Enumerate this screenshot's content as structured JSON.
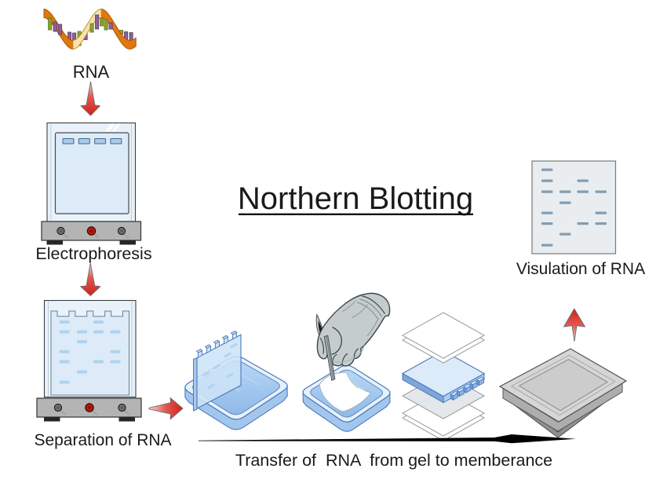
{
  "title": "Northern Blotting",
  "labels": {
    "rna": "RNA",
    "electrophoresis": "Electrophoresis",
    "separation": "Separation of RNA",
    "visualization": "Visulation of RNA",
    "transfer": "Transfer of  RNA  from gel to memberance"
  },
  "palette": {
    "background": "#ffffff",
    "text": "#1a1a1a",
    "arrow_red": "#cf221b",
    "arrow_red_mid": "#e2574f",
    "arrow_red_pale": "#f7d4cf",
    "arrow_outline": "#6e6e6e",
    "transfer_arrow_black": "#000000",
    "ribbon_orange": "#e0780f",
    "ribbon_outline": "#a85a08",
    "ribbon_back_cream": "#f9e2ac",
    "base_green": "#8ba32f",
    "base_purple": "#8d6096",
    "glass_fill": "#e9f2fa",
    "glass_stroke": "#3f3f3f",
    "gel_panel_fill": "#dcebf7",
    "gel_band_blue": "#aed3f1",
    "well_fill": "#a9c9e9",
    "well_stroke": "#41678f",
    "apparatus_base_gray": "#b4b4b4",
    "knob_gray": "#6f6f6f",
    "knob_red": "#b51a12",
    "foot_black": "#262626",
    "tray_stroke": "#4a79b8",
    "tray_rim_fill": "#e7f1fc",
    "tray_liquid_top": "#b7d7f5",
    "tray_liquid_bottom": "#8fb9e8",
    "tray_wall_fill": "#a3c6ee",
    "glove_gray": "#c5cdcc",
    "glove_outline": "#39474a",
    "scalpel_blade": "#1c1c1c",
    "scalpel_handle": "#aab3b7",
    "membrane_white": "#ffffff",
    "sheet_stroke": "#8f9599",
    "slab_fill": "#dcebf9",
    "slab_side_dark": "#7da6d9",
    "slab_side_light": "#aecdf0",
    "gray_sheet_fill": "#e2e6e9",
    "cassette_lid": "#d6d6d6",
    "cassette_recess": "#cccccc",
    "cassette_wall": "#adadad",
    "cassette_foot": "#909090",
    "cassette_stroke": "#4f4f4f",
    "readout_fill": "#e9edf0",
    "readout_stroke": "#737b80",
    "readout_band": "#839db0"
  },
  "electrophoresis_wells": {
    "band_width": 14,
    "band_height": 6.5,
    "rx": 1,
    "color": "#a9c9e9",
    "stroke": "#41678f",
    "lanes_x": [
      80,
      100.3,
      120.6,
      140.9
    ],
    "rows_y": [
      176.5
    ],
    "bands": [
      [
        0,
        0
      ],
      [
        1,
        0
      ],
      [
        2,
        0
      ],
      [
        3,
        0
      ]
    ]
  },
  "separation_gel": {
    "band_width": 13,
    "band_height": 4,
    "rx": 1.5,
    "color": "#aed3f1",
    "lanes_x": [
      75.5,
      98,
      119,
      140.5
    ],
    "rows_y": [
      408,
      420.5,
      433,
      445.8,
      458.5,
      471.5,
      484.5
    ],
    "bands": [
      [
        0,
        0
      ],
      [
        0,
        1
      ],
      [
        0,
        3
      ],
      [
        0,
        4
      ],
      [
        0,
        6
      ],
      [
        1,
        1
      ],
      [
        1,
        2
      ],
      [
        1,
        5
      ],
      [
        2,
        0
      ],
      [
        2,
        1
      ],
      [
        2,
        4
      ],
      [
        3,
        1
      ],
      [
        3,
        3
      ],
      [
        3,
        4
      ]
    ]
  },
  "readout_gel": {
    "band_width": 14.5,
    "band_height": 3.2,
    "rx": 1,
    "color": "#839db0",
    "lanes_x": [
      690,
      713,
      735.5,
      758.5
    ],
    "rows_y": [
      214.5,
      228.5,
      242.5,
      256.5,
      269.5,
      283,
      296.5,
      310.5
    ],
    "bands": [
      [
        0,
        0
      ],
      [
        0,
        1
      ],
      [
        0,
        2
      ],
      [
        0,
        4
      ],
      [
        0,
        5
      ],
      [
        0,
        7
      ],
      [
        1,
        2
      ],
      [
        1,
        3
      ],
      [
        1,
        6
      ],
      [
        2,
        1
      ],
      [
        2,
        2
      ],
      [
        2,
        5
      ],
      [
        3,
        2
      ],
      [
        3,
        4
      ],
      [
        3,
        5
      ]
    ]
  }
}
